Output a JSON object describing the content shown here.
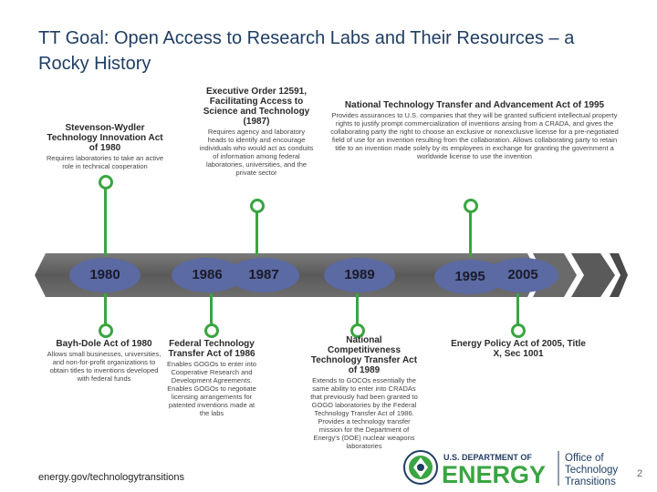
{
  "slide": {
    "title": "TT Goal: Open Access to Research Labs and Their Resources – a Rocky History",
    "footer_url": "energy.gov/technologytransitions",
    "page_number": "2"
  },
  "timeline": {
    "years": [
      "1980",
      "1986",
      "1987",
      "1989",
      "1995",
      "2005"
    ]
  },
  "top_events": [
    {
      "heading": "Stevenson-Wydler Technology Innovation Act of 1980",
      "body": "Requires laboratories to take an active role in technical cooperation"
    },
    {
      "heading": "Executive Order 12591, Facilitating Access to Science and Technology (1987)",
      "body": "Requires agency and laboratory heads to identify and encourage individuals who would act as conduits of information among federal laboratories, universities, and the private sector"
    },
    {
      "heading": "National Technology Transfer and Advancement Act of 1995",
      "body": "Provides assurances to U.S. companies that they will be granted sufficient intellectual property rights to justify prompt commercialization of inventions arising from a CRADA, and gives the collaborating party the right to choose an exclusive or nonexclusive license for a pre-negotiated field of use for an invention resulting from the collaboration. Allows collaborating party to retain title to an invention made solely by its employees in exchange for granting the government a worldwide license to use the invention"
    }
  ],
  "bottom_events": [
    {
      "heading": "Bayh-Dole Act of 1980",
      "body": "Allows small businesses, universities, and non-for-profit organizations to obtain titles to inventions developed with federal funds"
    },
    {
      "heading": "Federal Technology Transfer Act of 1986",
      "body": "Enables GOGOs to enter into Cooperative Research and Development Agreements. Enables GOGOs to negotiate licensing arrangements for patented inventions made at the labs"
    },
    {
      "heading": "National Competitiveness Technology Transfer Act of 1989",
      "body": "Extends to GOCOs essentially the same ability to enter into CRADAs that previously had been granted to GOGO laboratories by the Federal Technology Transfer Act of 1986. Provides a technology transfer mission for the Department of Energy's (DOE) nuclear weapons laboratories"
    },
    {
      "heading": "Energy Policy Act of 2005, Title X, Sec 1001",
      "body": ""
    }
  ],
  "logo": {
    "dept_line": "U.S. DEPARTMENT OF",
    "energy_word": "ENERGY",
    "office_line1": "Office of",
    "office_line2": "Technology",
    "office_line3": "Transitions"
  },
  "colors": {
    "title": "#1f3d63",
    "band": "#6a6a6a",
    "year_circle": "#5b6aa3",
    "connector": "#3aa542",
    "energy_green": "#3aa542",
    "energy_blue": "#1f3d63"
  }
}
